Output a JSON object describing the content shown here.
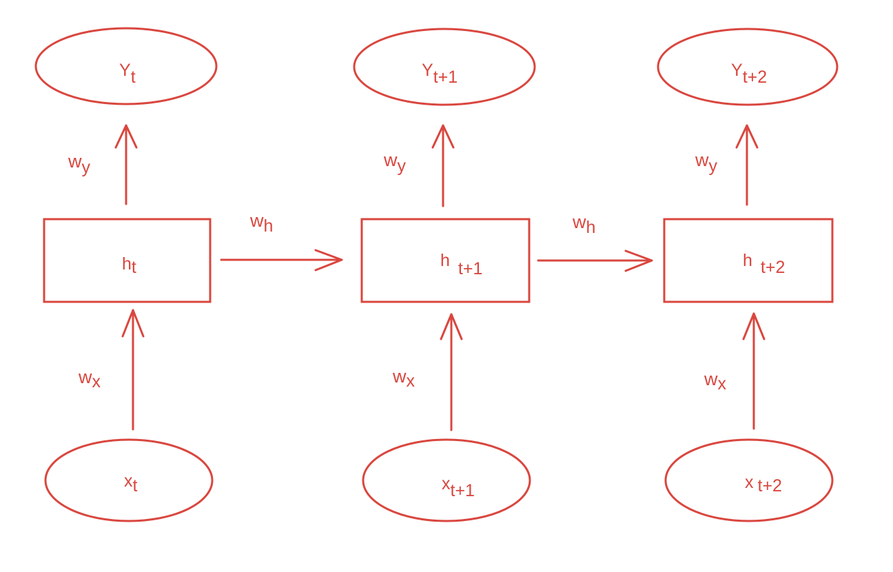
{
  "diagram": {
    "stroke_color": "#d9473f",
    "text_color": "#d9473f",
    "steps": [
      {
        "output": {
          "base": "Y",
          "sub": "t"
        },
        "hidden": {
          "base": "h",
          "sub": "t"
        },
        "input": {
          "base": "x",
          "sub": "t"
        },
        "wy": {
          "base": "w",
          "sub": "y"
        },
        "wx": {
          "base": "w",
          "sub": "x"
        }
      },
      {
        "output": {
          "base": "Y",
          "sub": "t+1"
        },
        "hidden": {
          "base": "h",
          "sub": "t+1"
        },
        "input": {
          "base": "x",
          "sub": "t+1"
        },
        "wy": {
          "base": "w",
          "sub": "y"
        },
        "wx": {
          "base": "w",
          "sub": "x"
        }
      },
      {
        "output": {
          "base": "Y",
          "sub": "t+2"
        },
        "hidden": {
          "base": "h",
          "sub": "t+2"
        },
        "input": {
          "base": "x",
          "sub": "t+2"
        },
        "wy": {
          "base": "w",
          "sub": "y"
        },
        "wx": {
          "base": "w",
          "sub": "x"
        }
      }
    ],
    "recurrent": [
      {
        "base": "w",
        "sub": "h"
      },
      {
        "base": "w",
        "sub": "h"
      }
    ]
  }
}
